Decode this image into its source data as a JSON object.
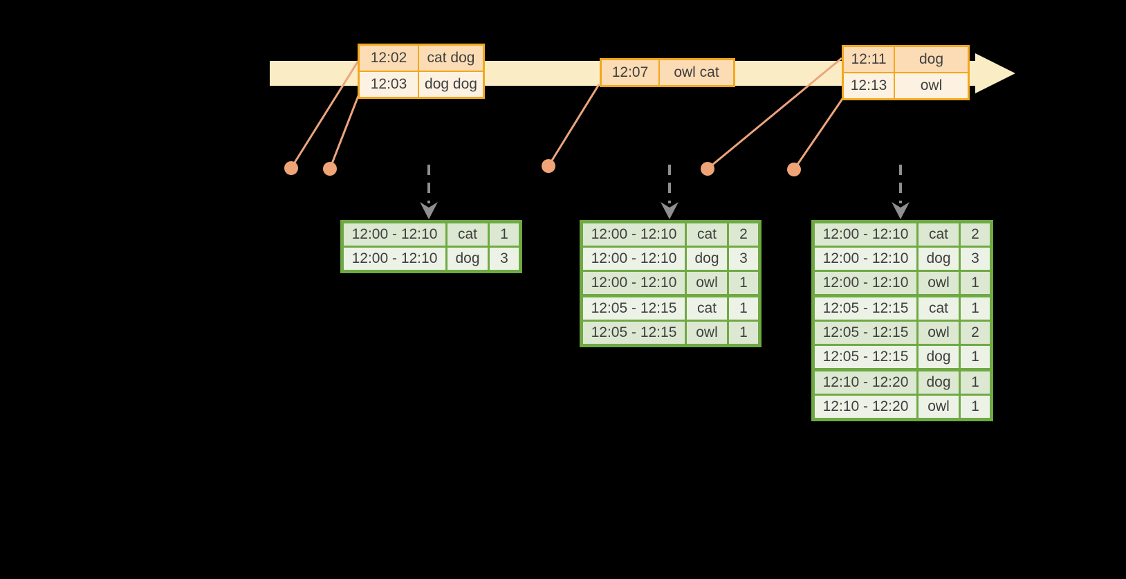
{
  "colors": {
    "background": "#000000",
    "band_fill": "#faedc6",
    "event_border": "#f2a71d",
    "event_row_dark": "#fbdcb5",
    "event_row_light": "#fdf2e2",
    "connector": "#eea47c",
    "dot": "#efa478",
    "dashed_arrow": "#8f8f8f",
    "result_border": "#6fa943",
    "result_row_dark": "#dde8d2",
    "result_row_light": "#edf2e7",
    "text": "#3f3f3f"
  },
  "icons": {
    "timeline_arrow": "right-arrow",
    "update_arrow": "down-arrow"
  },
  "timeline": {
    "events": [
      {
        "rows": [
          {
            "time": "12:02",
            "words": "cat dog"
          },
          {
            "time": "12:03",
            "words": "dog dog"
          }
        ]
      },
      {
        "rows": [
          {
            "time": "12:07",
            "words": "owl cat"
          }
        ]
      },
      {
        "rows": [
          {
            "time": "12:11",
            "words": "dog"
          },
          {
            "time": "12:13",
            "words": "owl"
          }
        ]
      }
    ]
  },
  "result_tables": [
    {
      "rows": [
        {
          "window": "12:00 - 12:10",
          "word": "cat",
          "count": "1"
        },
        {
          "window": "12:00 - 12:10",
          "word": "dog",
          "count": "3"
        }
      ]
    },
    {
      "rows": [
        {
          "window": "12:00 - 12:10",
          "word": "cat",
          "count": "2"
        },
        {
          "window": "12:00 - 12:10",
          "word": "dog",
          "count": "3"
        },
        {
          "window": "12:00 - 12:10",
          "word": "owl",
          "count": "1"
        },
        {
          "window": "12:05 - 12:15",
          "word": "cat",
          "count": "1"
        },
        {
          "window": "12:05 - 12:15",
          "word": "owl",
          "count": "1"
        }
      ]
    },
    {
      "rows": [
        {
          "window": "12:00 - 12:10",
          "word": "cat",
          "count": "2"
        },
        {
          "window": "12:00 - 12:10",
          "word": "dog",
          "count": "3"
        },
        {
          "window": "12:00 - 12:10",
          "word": "owl",
          "count": "1"
        },
        {
          "window": "12:05 - 12:15",
          "word": "cat",
          "count": "1"
        },
        {
          "window": "12:05 - 12:15",
          "word": "owl",
          "count": "2"
        },
        {
          "window": "12:05 - 12:15",
          "word": "dog",
          "count": "1"
        },
        {
          "window": "12:10 - 12:20",
          "word": "dog",
          "count": "1"
        },
        {
          "window": "12:10 - 12:20",
          "word": "owl",
          "count": "1"
        }
      ]
    }
  ]
}
